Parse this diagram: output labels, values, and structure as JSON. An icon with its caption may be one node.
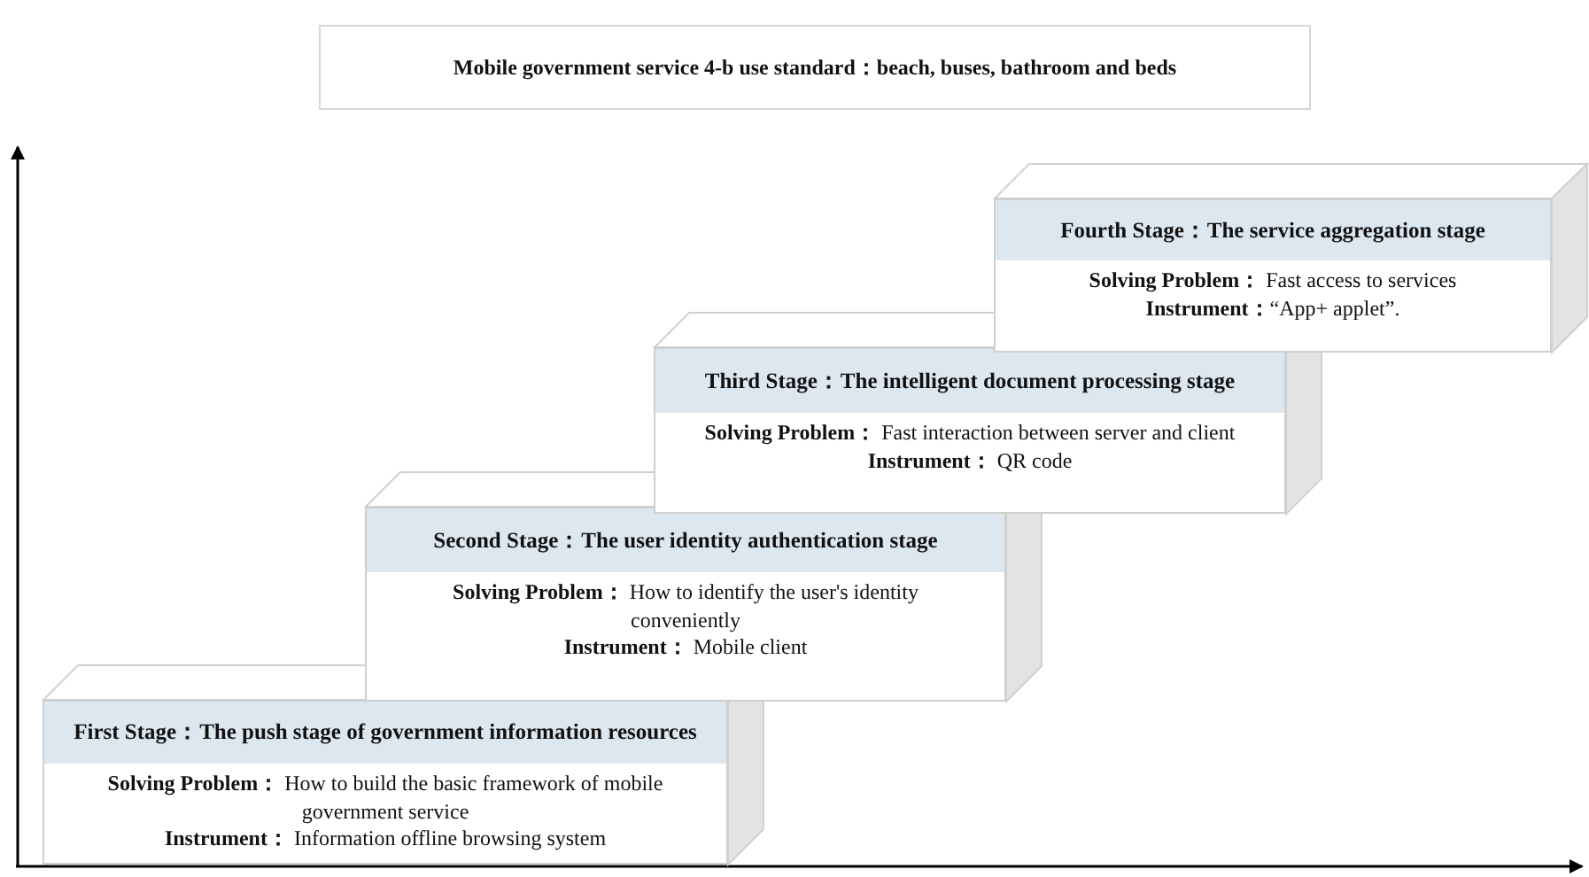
{
  "diagram": {
    "nodes": [
      {
        "text": [
          "Mobile government service 4-b use standard：beach, buses, bathroom and beds"
        ]
      },
      {
        "text": [
          "First Stage：The push stage of government information resources",
          "**Solving Problem：** How to build the basic framework of mobile government service",
          "**Instrument：** Information offline browsing system"
        ]
      },
      {
        "text": [
          "Second Stage：The user identity authentication stage",
          "**Solving Problem：** How to identify the user's identity conveniently",
          "**Instrument：** Mobile client"
        ]
      },
      {
        "text": [
          "Third Stage：The intelligent document processing stage",
          "**Solving Problem：** Fast interaction between server and client",
          "**Instrument：** QR code"
        ]
      },
      {
        "text": [
          "Fourth Stage：The service aggregation stage",
          "**Solving Problem：** Fast access to services",
          "**Instrument：**“App+ applet”."
        ]
      }
    ],
    "edges": []
  }
}
